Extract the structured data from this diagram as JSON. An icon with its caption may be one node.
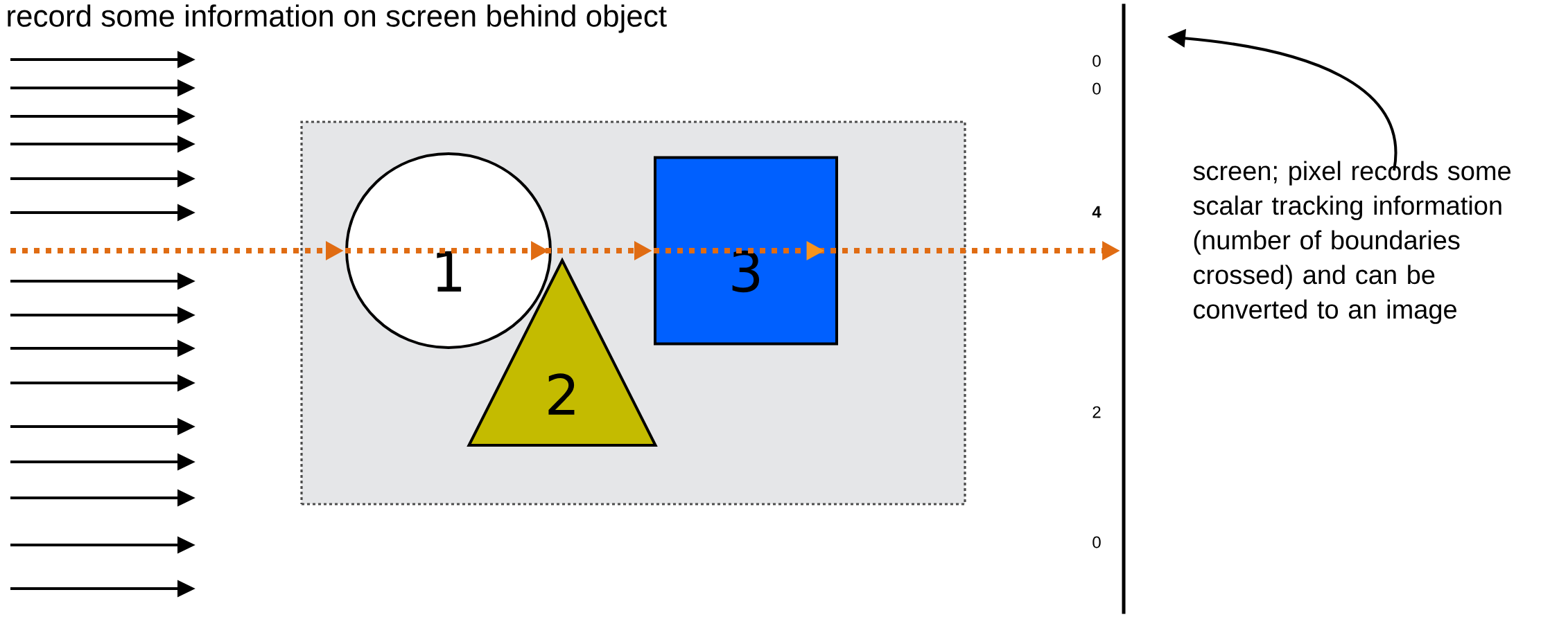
{
  "diagram": {
    "title": "record some information on screen behind object",
    "nodes": [
      {
        "text": [],
        "shape": "box"
      },
      {
        "text": [
          "1"
        ],
        "in": 0
      },
      {
        "text": [
          "2"
        ],
        "in": 0
      },
      {
        "text": [
          "3"
        ],
        "in": 0
      },
      {
        "text": [],
        "shape": "bar"
      },
      {
        "text": [
          "screen; pixel records some scalar tracking information (number of boundaries crossed) and can be converted to an image"
        ]
      }
    ],
    "edges": [
      {
        "from": null,
        "to": 1,
        "arrow": "to",
        "style": "dashed",
        "color": "#e06c13"
      },
      {
        "from": 1,
        "to": 3,
        "arrow": "to",
        "style": "dashed",
        "color": "#e06c13"
      },
      {
        "from": 3,
        "to": 4,
        "arrow": "to",
        "style": "dashed",
        "color": "#e06c13"
      },
      {
        "from": 5,
        "to": 4,
        "arrow": "to",
        "color": "#000000"
      }
    ],
    "labels": [
      "0",
      "0",
      "4",
      "2",
      "0"
    ]
  }
}
